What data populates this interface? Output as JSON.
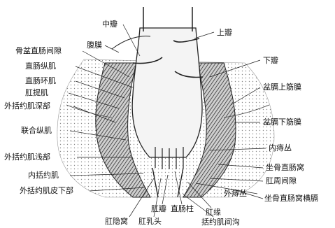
{
  "diagram": {
    "labels_left": {
      "pelvirectal_space": "骨盆直肠间隙",
      "longitudinal_muscle": "直肠纵肌",
      "circular_muscle": "直肠环肌",
      "levator_ani": "肛提肌",
      "ext_sphincter_deep": "外括约肌深部",
      "conjoined_longitudinal": "联合纵肌",
      "ext_sphincter_superficial": "外括约肌浅部",
      "int_sphincter": "内括约肌",
      "ext_sphincter_subcutaneous": "外括约肌皮下部"
    },
    "labels_top": {
      "peritoneum": "腹膜",
      "middle_valve": "中瓣",
      "upper_valve": "上瓣"
    },
    "labels_right": {
      "lower_valve": "下瓣",
      "sup_pelvic_fascia": "盆膈上筋膜",
      "inf_pelvic_fascia": "盆膈下筋膜",
      "int_hemorrhoid_plexus": "内痔丛",
      "ischiorectal_fossa": "坐骨直肠窝",
      "perianal_space": "肛周间隙",
      "ext_hemorrhoid_plexus": "外痔丛",
      "ischiorectal_fossa_septum": "坐骨直肠窝横膈"
    },
    "labels_bottom": {
      "anal_crypt": "肛隐窝",
      "anal_papilla": "肛乳头",
      "anal_valve": "肛瓣",
      "rectal_column": "直肠柱",
      "anal_verge": "肛缘",
      "intersphincteric_groove": "括约肌间沟"
    }
  }
}
